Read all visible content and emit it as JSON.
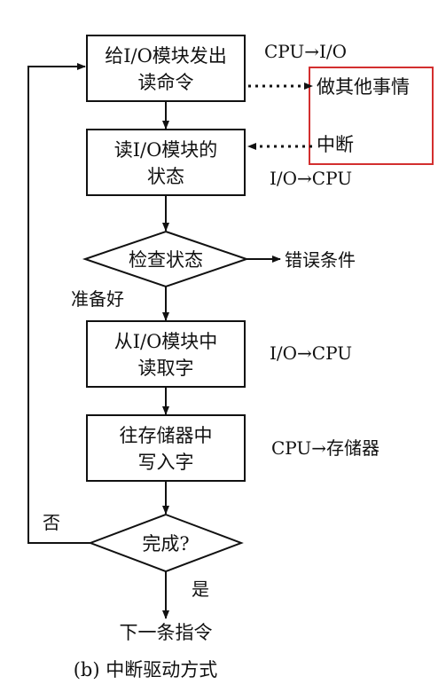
{
  "steps": {
    "issue_read_command": {
      "line1": "给I/O模块发出",
      "line2": "读命令"
    },
    "read_status": {
      "line1": "读I/O模块的",
      "line2": "状态"
    },
    "check_status": "检查状态",
    "read_word": {
      "line1": "从I/O模块中",
      "line2": "读取字"
    },
    "write_memory": {
      "line1": "往存储器中",
      "line2": "写入字"
    },
    "done": "完成?",
    "next_instruction": "下一条指令"
  },
  "side_labels": {
    "cpu_to_io": "CPU→I/O",
    "io_to_cpu_1": "I/O→CPU",
    "io_to_cpu_2": "I/O→CPU",
    "cpu_to_memory": "CPU→存储器",
    "error_condition": "错误条件",
    "ready": "准备好",
    "no": "否",
    "yes": "是"
  },
  "cpu_activity": {
    "do_other_things": "做其他事情",
    "interrupt": "中断",
    "highlight_color": "#d32f2f"
  },
  "caption": "(b) 中断驱动方式"
}
